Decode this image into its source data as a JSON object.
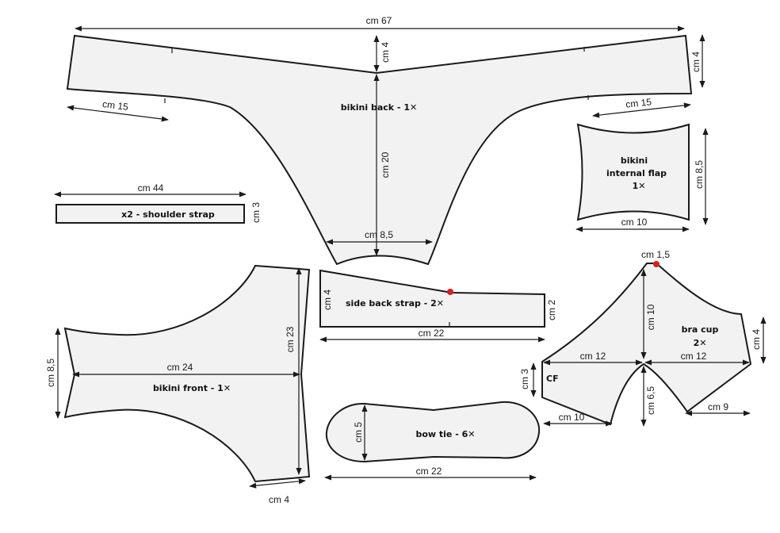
{
  "pieces": {
    "bikini_back": {
      "label": "bikini back  - 1✕"
    },
    "internal_flap": {
      "line1": "bikini",
      "line2": "internal flap",
      "line3": "1✕"
    },
    "shoulder_strap": {
      "label": "x2 - shoulder strap"
    },
    "side_back_strap": {
      "label": "side back strap - 2✕"
    },
    "bikini_front": {
      "label": "bikini front  - 1✕"
    },
    "bow_tie": {
      "label": "bow tie - 6✕"
    },
    "bra_cup": {
      "line1": "bra  cup",
      "line2": "2✕",
      "cf": "CF"
    }
  },
  "dimensions": {
    "back_width": "cm 67",
    "back_center_top": "cm 4",
    "back_side_height": "cm 4",
    "back_left_curve": "cm 15",
    "back_right_curve": "cm 15",
    "back_length": "cm 20",
    "back_bottom": "cm 8,5",
    "flap_height": "cm 8,5",
    "flap_width": "cm 10",
    "strap_length": "cm 44",
    "strap_width": "cm 3",
    "side_strap_left": "cm 4",
    "side_strap_right": "cm 2",
    "side_strap_length": "cm 22",
    "front_width": "cm 24",
    "front_height": "cm 23",
    "front_side": "cm 8,5",
    "front_bottom": "cm 4",
    "bow_height": "cm 5",
    "bow_length": "cm 22",
    "cup_top": "cm 1,5",
    "cup_height": "cm 10",
    "cup_left": "cm 12",
    "cup_right": "cm 12",
    "cup_side": "cm 4",
    "cup_cf": "cm 3",
    "cup_lower": "cm 6,5",
    "cup_bottom_left": "cm 10",
    "cup_bottom_right": "cm 9"
  },
  "colors": {
    "marker": "#d62020",
    "fill": "#f2f2f2",
    "line": "#1a1a1a"
  }
}
